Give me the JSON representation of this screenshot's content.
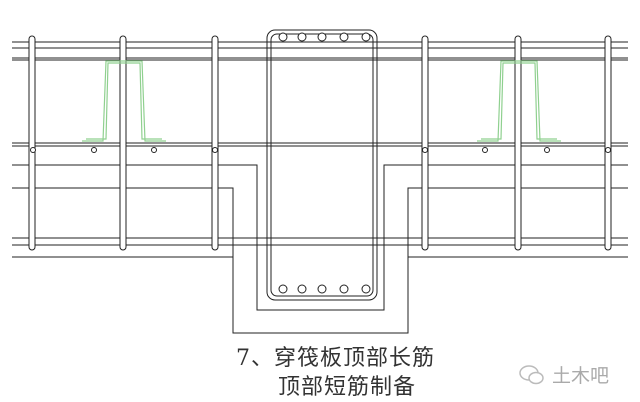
{
  "caption": {
    "line1": "7、穿筏板顶部长筋",
    "line2": "顶部短筋制备"
  },
  "watermark": {
    "icon": "wechat-icon",
    "text": "土木吧"
  },
  "colors": {
    "rebar": "#222222",
    "highlight_bar": "#8fd08f",
    "watermark": "#aaaaaa"
  }
}
